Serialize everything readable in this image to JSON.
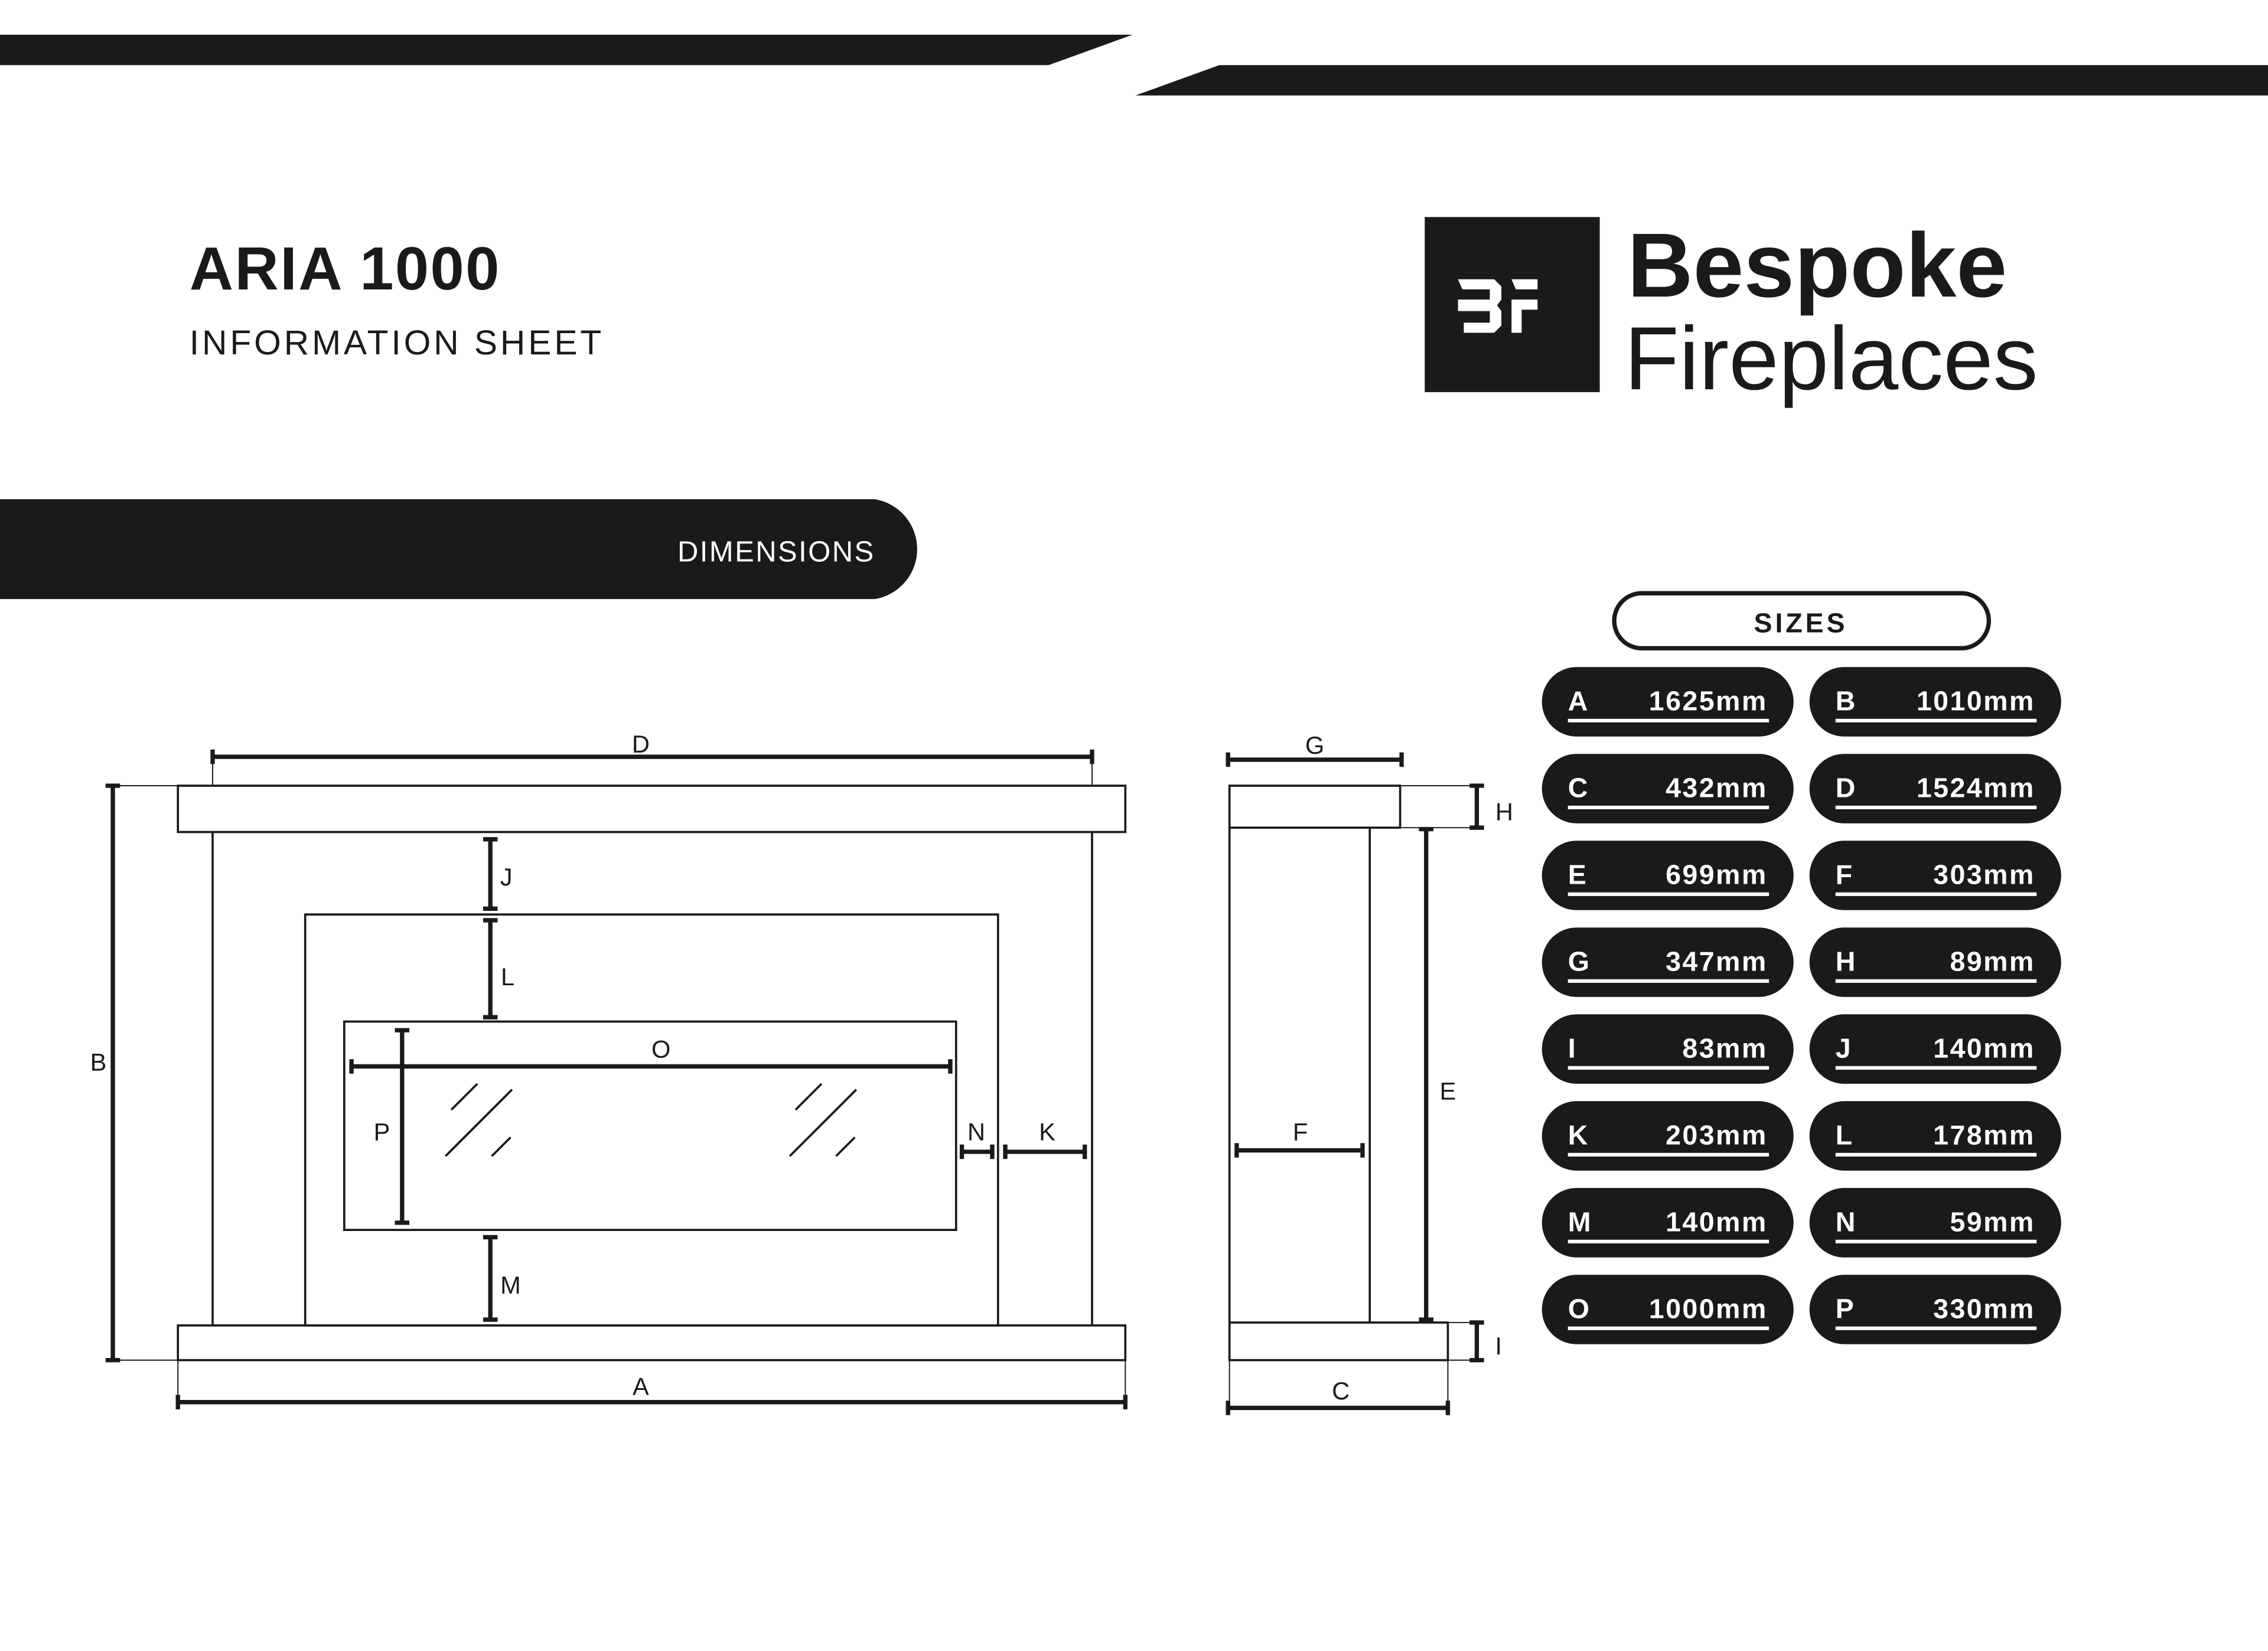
{
  "header": {
    "title": "ARIA 1000",
    "subtitle": "INFORMATION SHEET"
  },
  "logo": {
    "monogram": "BF",
    "line1": "Bespoke",
    "line2": "Fireplaces"
  },
  "section": {
    "label": "DIMENSIONS"
  },
  "sizes": {
    "title": "SIZES",
    "items": [
      {
        "key": "A",
        "value": "1625mm"
      },
      {
        "key": "B",
        "value": "1010mm"
      },
      {
        "key": "C",
        "value": "432mm"
      },
      {
        "key": "D",
        "value": "1524mm"
      },
      {
        "key": "E",
        "value": "699mm"
      },
      {
        "key": "F",
        "value": "303mm"
      },
      {
        "key": "G",
        "value": "347mm"
      },
      {
        "key": "H",
        "value": "89mm"
      },
      {
        "key": "I",
        "value": "83mm"
      },
      {
        "key": "J",
        "value": "140mm"
      },
      {
        "key": "K",
        "value": "203mm"
      },
      {
        "key": "L",
        "value": "178mm"
      },
      {
        "key": "M",
        "value": "140mm"
      },
      {
        "key": "N",
        "value": "59mm"
      },
      {
        "key": "O",
        "value": "1000mm"
      },
      {
        "key": "P",
        "value": "330mm"
      }
    ]
  },
  "diagram": {
    "labels": {
      "A": "A",
      "B": "B",
      "C": "C",
      "D": "D",
      "E": "E",
      "F": "F",
      "G": "G",
      "H": "H",
      "I": "I",
      "J": "J",
      "K": "K",
      "L": "L",
      "M": "M",
      "N": "N",
      "O": "O",
      "P": "P"
    }
  },
  "colors": {
    "ink": "#1a1a1a",
    "paper": "#ffffff"
  }
}
